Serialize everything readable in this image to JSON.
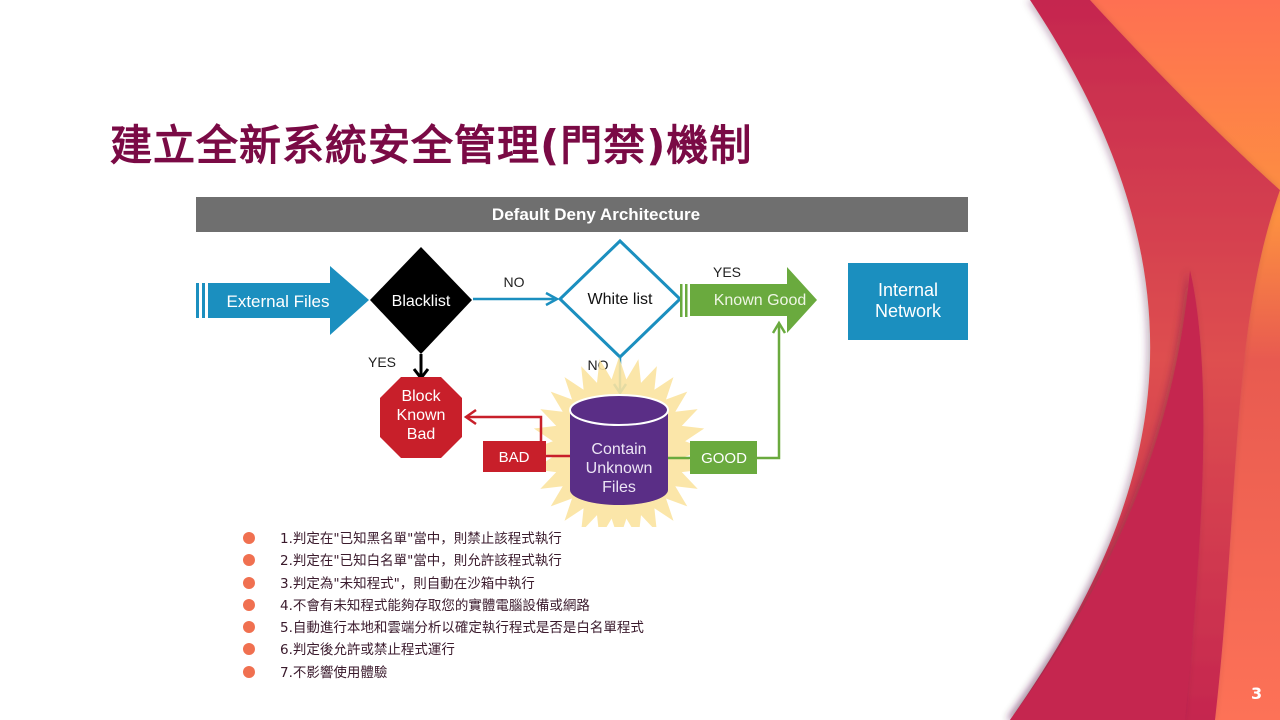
{
  "slide": {
    "title": "建立全新系統安全管理(門禁)機制",
    "page_number": "3",
    "colors": {
      "title": "#7a0a45",
      "bullet": "#f07050",
      "accent_crimson": "#c5264f",
      "accent_orange": "#fd7257"
    }
  },
  "diagram": {
    "header": "Default Deny Architecture",
    "external_files": "External Files",
    "blacklist": "Blacklist",
    "no_label_1": "NO",
    "whitelist": "White list",
    "yes_label_1": "YES",
    "known_good": "Known Good",
    "internal_network_line1": "Internal",
    "internal_network_line2": "Network",
    "yes_label_2": "YES",
    "no_label_2": "NO",
    "block_line1": "Block",
    "block_line2": "Known",
    "block_line3": "Bad",
    "bad_label": "BAD",
    "container_line1": "Contain",
    "container_line2": "Unknown",
    "container_line3": "Files",
    "good_label": "GOOD",
    "colors": {
      "header_bg": "#6f6f6f",
      "blue": "#1b8fbf",
      "green": "#6aaa3e",
      "red": "#c81f2a",
      "purple": "#5a2e86",
      "burst": "#fbe3a0",
      "black": "#000000"
    }
  },
  "bullets": [
    "1.判定在\"已知黑名單\"當中，則禁止該程式執行",
    "2.判定在\"已知白名單\"當中，則允許該程式執行",
    "3.判定為\"未知程式\"，則自動在沙箱中執行",
    "4.不會有未知程式能夠存取您的實體電腦設備或網路",
    "5.自動進行本地和雲端分析以確定執行程式是否是白名單程式",
    "6.判定後允許或禁止程式運行",
    "7.不影響使用體驗"
  ]
}
